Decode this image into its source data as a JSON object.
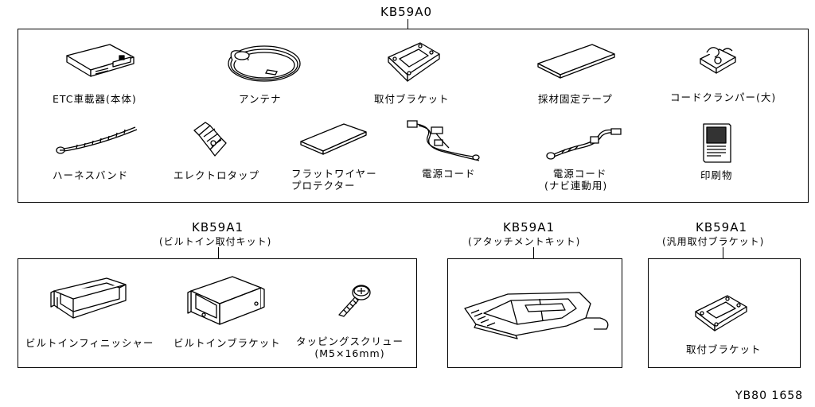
{
  "groups": {
    "main": {
      "code": "KB59A0",
      "items": {
        "etc_unit": "ETC車載器(本体)",
        "antenna": "アンテナ",
        "bracket": "取付ブラケット",
        "fix_tape": "採材固定テープ",
        "cord_clamper": "コードクランパー(大)",
        "harness_band": "ハーネスバンド",
        "electro_tap": "エレクトロタップ",
        "flat_wire_protector_1": "フラットワイヤー",
        "flat_wire_protector_2": "プロテクター",
        "power_cord": "電源コード",
        "power_cord_navi_1": "電源コード",
        "power_cord_navi_2": "(ナビ連動用)",
        "printed_matter": "印刷物"
      }
    },
    "builtin": {
      "code": "KB59A1",
      "subtitle": "(ビルトイン取付キット)",
      "items": {
        "finisher": "ビルトインフィニッシャー",
        "builtin_bracket": "ビルトインブラケット",
        "screw_1": "タッピングスクリュー",
        "screw_2": "(M5×16mm)"
      }
    },
    "attachment": {
      "code": "KB59A1",
      "subtitle": "(アタッチメントキット)"
    },
    "general": {
      "code": "KB59A1",
      "subtitle": "(汎用取付ブラケット)",
      "items": {
        "bracket": "取付ブラケット"
      }
    }
  },
  "reference": "YB80 1658"
}
